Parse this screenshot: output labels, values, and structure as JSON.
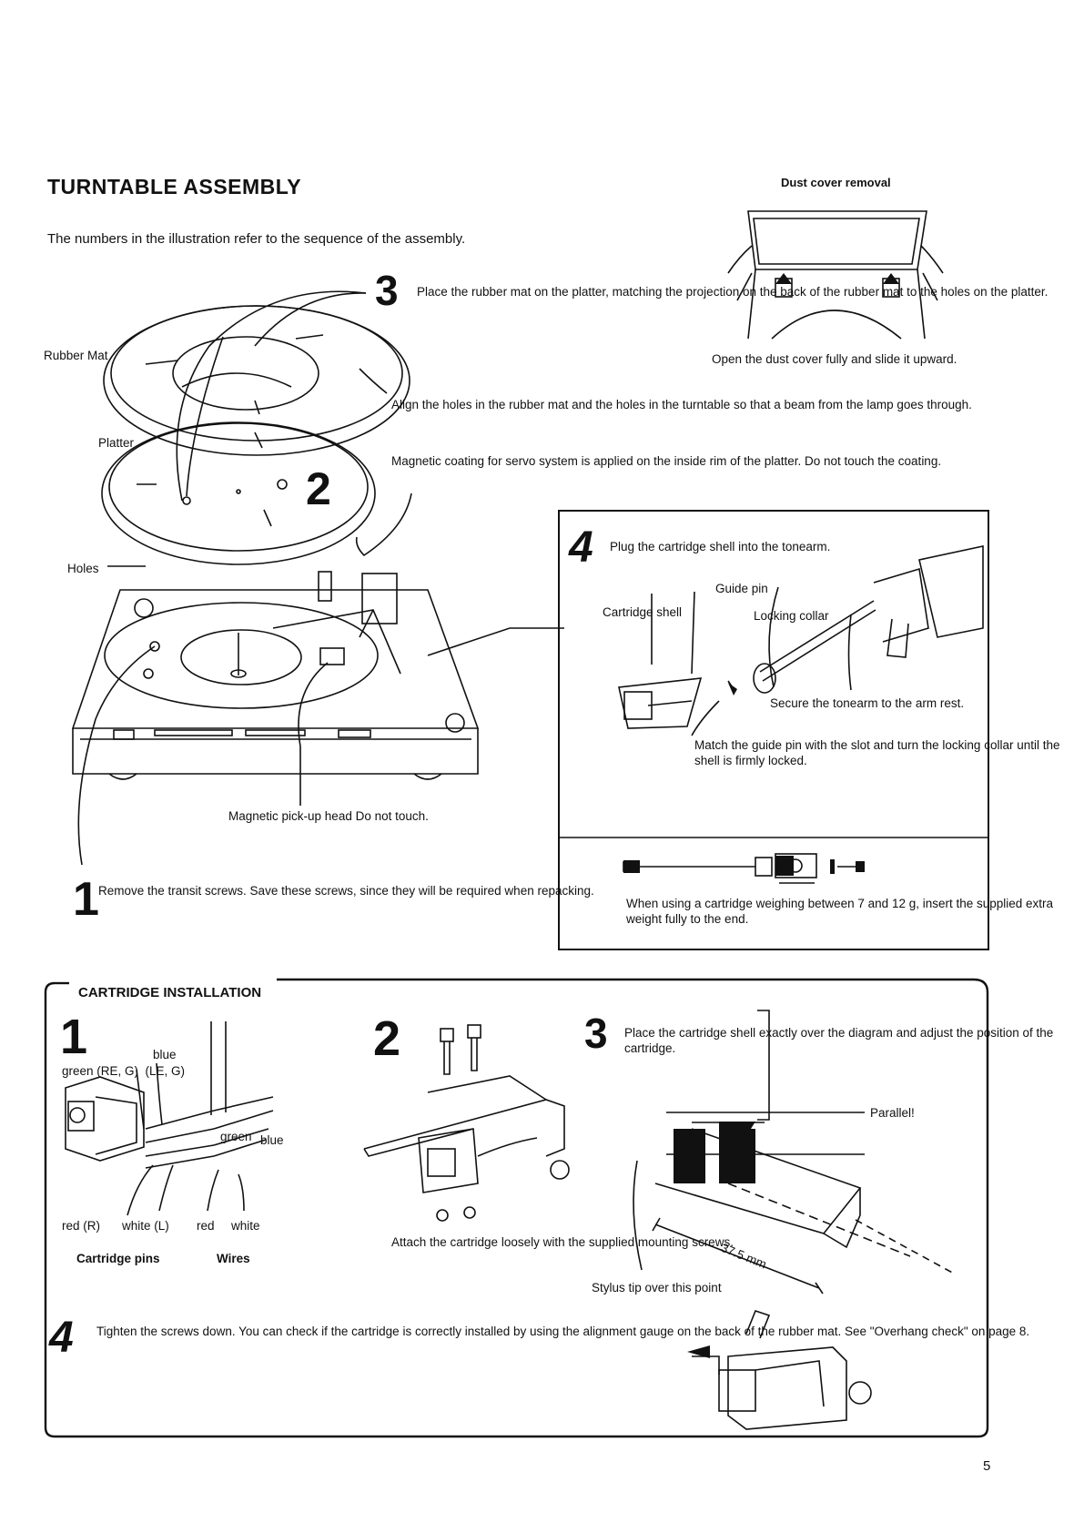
{
  "page_title": "TURNTABLE ASSEMBLY",
  "intro": "The numbers in the illustration refer to the sequence of the assembly.",
  "dust_cover": {
    "heading": "Dust cover removal",
    "caption": "Open the dust cover fully and slide it upward."
  },
  "labels": {
    "rubber_mat": "Rubber Mat",
    "platter": "Platter",
    "holes": "Holes",
    "magnetic_head": "Magnetic pick-up head\nDo not touch."
  },
  "steps": {
    "s1": {
      "num": "1",
      "text": "Remove the transit screws. Save these screws,\nsince they will be required when repacking."
    },
    "s2": {
      "num": "2"
    },
    "s3": {
      "num": "3",
      "text": "Place the rubber mat on the platter, matching\nthe projection on the back of the rubber mat\nto the holes on the platter."
    },
    "align": "Align the holes in the rubber mat and the holes in the\nturntable so that a beam from the lamp goes through.",
    "magnetic": "Magnetic coating for servo system is applied on the\ninside rim of the platter. Do not touch the coating."
  },
  "box4": {
    "num": "4",
    "title": "Plug the cartridge shell into the tonearm.",
    "guide_pin": "Guide pin",
    "cartridge_shell": "Cartridge shell",
    "locking_collar": "Locking collar",
    "secure": "Secure the tonearm to the arm rest.",
    "match": "Match the guide pin with the slot and turn the\nlocking collar until the shell is firmly locked.",
    "weight": "When using a cartridge weighing between 7 and 12 g,\ninsert the supplied extra weight fully to the end."
  },
  "cartridge": {
    "heading": "CARTRIDGE INSTALLATION",
    "c1": {
      "num": "1",
      "blue_top": "blue",
      "green_pair": "green (RE, G)  (LE, G)",
      "green": "green",
      "blue": "blue",
      "red_r": "red (R)",
      "white_l": "white (L)",
      "red": "red",
      "white": "white",
      "pins": "Cartridge pins",
      "wires": "Wires"
    },
    "c2": {
      "num": "2",
      "text": "Attach the cartridge loosely with\nthe supplied mounting screws."
    },
    "c3": {
      "num": "3",
      "text": "Place the cartridge\nshell exactly over the\ndiagram and adjust\nthe position of the\ncartridge.",
      "parallel": "Parallel!",
      "dimension": "37.5 mm",
      "stylus": "Stylus tip over this point"
    },
    "c4": {
      "num": "4",
      "text": "Tighten the screws down.\nYou can check if the cartridge is correctly installed by using the alignment\ngauge on the back of the rubber mat.\nSee \"Overhang check\" on page 8."
    }
  },
  "page_number": "5"
}
